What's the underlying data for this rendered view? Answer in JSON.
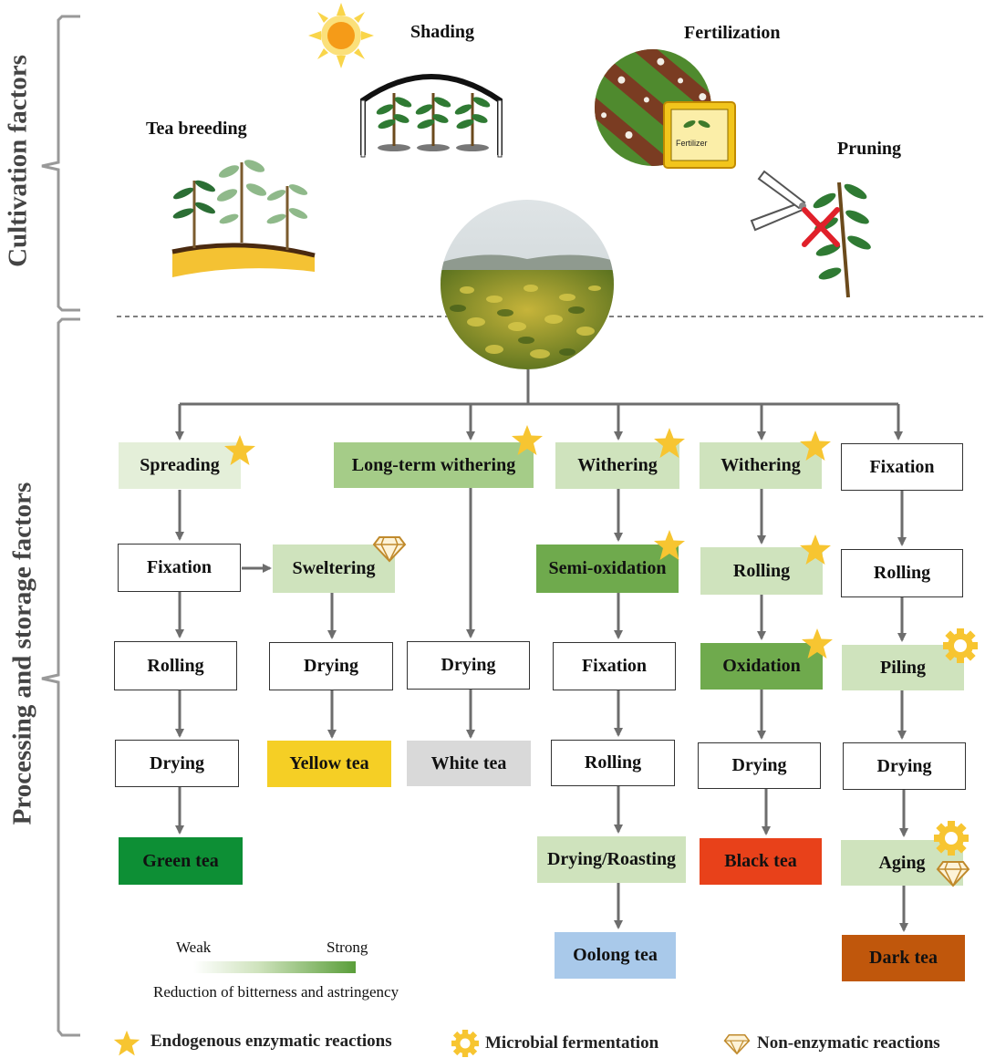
{
  "side_labels": {
    "cultivation": "Cultivation factors",
    "processing": "Processing and storage  factors"
  },
  "factors": {
    "tea_breeding": "Tea breeding",
    "shading": "Shading",
    "fertilization": "Fertilization",
    "fertilizer_bag": "Fertilizer",
    "pruning": "Pruning"
  },
  "steps": {
    "green": [
      "Spreading",
      "Fixation",
      "Rolling",
      "Drying",
      "Green tea"
    ],
    "yellow": [
      "Sweltering",
      "Drying",
      "Yellow tea"
    ],
    "white": [
      "Long-term withering",
      "Drying",
      "White tea"
    ],
    "oolong": [
      "Withering",
      "Semi-oxidation",
      "Fixation",
      "Rolling",
      "Drying/Roasting",
      "Oolong tea"
    ],
    "black": [
      "Withering",
      "Rolling",
      "Oxidation",
      "Drying",
      "Black tea"
    ],
    "dark": [
      "Fixation",
      "Rolling",
      "Piling",
      "Drying",
      "Aging",
      "Dark tea"
    ]
  },
  "gradient_legend": {
    "weak": "Weak",
    "strong": "Strong",
    "caption": "Reduction of bitterness and astringency"
  },
  "symbol_legend": [
    {
      "icon": "star-icon",
      "label": "Endogenous enzymatic reactions"
    },
    {
      "icon": "gear-icon",
      "label": "Microbial fermentation"
    },
    {
      "icon": "diamond-icon",
      "label": "Non-enzymatic reactions"
    }
  ],
  "colors": {
    "green_tea": "#0d8f35",
    "yellow_tea": "#f5cf25",
    "white_tea": "#d9d9d9",
    "oolong_tea": "#a9c9ea",
    "black_tea": "#e8411a",
    "dark_tea": "#c0570c",
    "star": "#f7c531"
  }
}
